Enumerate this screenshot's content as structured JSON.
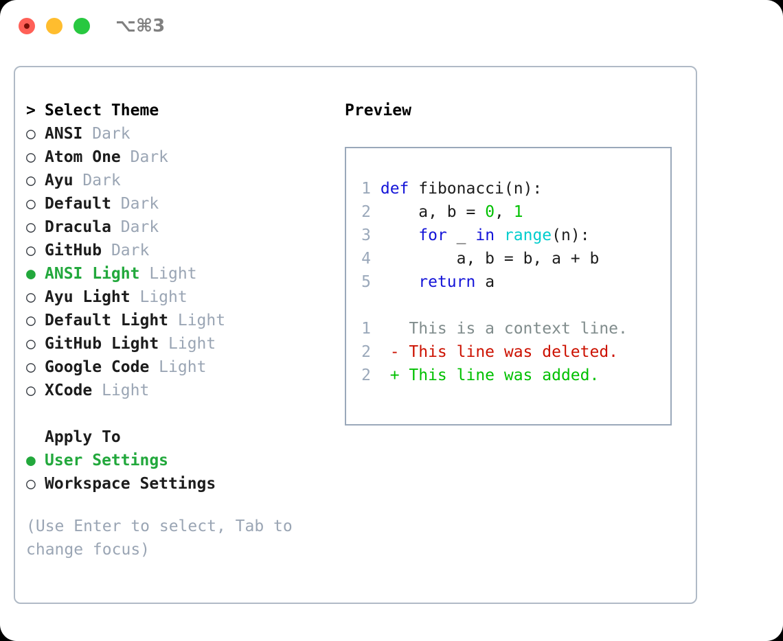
{
  "titlebar": {
    "shortcut": "⌥⌘3",
    "buttons": [
      {
        "name": "close",
        "color": "#ff6057"
      },
      {
        "name": "minimize",
        "color": "#ffbd2e"
      },
      {
        "name": "zoom",
        "color": "#28c840"
      }
    ]
  },
  "theme_selector": {
    "heading": "Select Theme",
    "heading_marker": ">",
    "selected_bullet": "●",
    "unselected_bullet": "○",
    "selected_color": "#22a83c",
    "muted_color": "#9aa5b4",
    "items": [
      {
        "name": "ANSI",
        "suffix": "Dark",
        "selected": false
      },
      {
        "name": "Atom One",
        "suffix": "Dark",
        "selected": false
      },
      {
        "name": "Ayu",
        "suffix": "Dark",
        "selected": false
      },
      {
        "name": "Default",
        "suffix": "Dark",
        "selected": false
      },
      {
        "name": "Dracula",
        "suffix": "Dark",
        "selected": false
      },
      {
        "name": "GitHub",
        "suffix": "Dark",
        "selected": false
      },
      {
        "name": "ANSI Light",
        "suffix": "Light",
        "selected": true
      },
      {
        "name": "Ayu Light",
        "suffix": "Light",
        "selected": false
      },
      {
        "name": "Default Light",
        "suffix": "Light",
        "selected": false
      },
      {
        "name": "GitHub Light",
        "suffix": "Light",
        "selected": false
      },
      {
        "name": "Google Code",
        "suffix": "Light",
        "selected": false
      },
      {
        "name": "XCode",
        "suffix": "Light",
        "selected": false
      }
    ]
  },
  "apply_to": {
    "heading": "Apply To",
    "options": [
      {
        "label": "User Settings",
        "selected": true
      },
      {
        "label": "Workspace Settings",
        "selected": false
      }
    ]
  },
  "hint": "(Use Enter to select, Tab to change focus)",
  "preview": {
    "title": "Preview",
    "code": {
      "lines": [
        {
          "num": "1",
          "tokens": [
            {
              "t": "def ",
              "c": "kw"
            },
            {
              "t": "fibonacci(n):",
              "c": "plain"
            }
          ]
        },
        {
          "num": "2",
          "tokens": [
            {
              "t": "    a, b = ",
              "c": "plain"
            },
            {
              "t": "0",
              "c": "num"
            },
            {
              "t": ", ",
              "c": "plain"
            },
            {
              "t": "1",
              "c": "num"
            }
          ]
        },
        {
          "num": "3",
          "tokens": [
            {
              "t": "    ",
              "c": "plain"
            },
            {
              "t": "for",
              "c": "kw"
            },
            {
              "t": " _ ",
              "c": "plain"
            },
            {
              "t": "in",
              "c": "kw"
            },
            {
              "t": " ",
              "c": "plain"
            },
            {
              "t": "range",
              "c": "fn"
            },
            {
              "t": "(n):",
              "c": "plain"
            }
          ]
        },
        {
          "num": "4",
          "tokens": [
            {
              "t": "        a, b = b, a + b",
              "c": "plain"
            }
          ]
        },
        {
          "num": "5",
          "tokens": [
            {
              "t": "    ",
              "c": "plain"
            },
            {
              "t": "return",
              "c": "kw"
            },
            {
              "t": " a",
              "c": "plain"
            }
          ]
        }
      ]
    },
    "diff": {
      "lines": [
        {
          "num": "1",
          "marker": " ",
          "text": "This is a context line.",
          "kind": "diff-context"
        },
        {
          "num": "2",
          "marker": "-",
          "text": "This line was deleted.",
          "kind": "diff-del"
        },
        {
          "num": "2",
          "marker": "+",
          "text": "This line was added.",
          "kind": "diff-add"
        }
      ]
    }
  },
  "colors": {
    "keyword": "#1414d8",
    "function": "#00cdcd",
    "number": "#00c000",
    "diff_added": "#00c000",
    "diff_deleted": "#cc1100",
    "diff_context": "#808c8c",
    "panel_border": "#b0bac6",
    "preview_border": "#9aa8ba",
    "line_number": "#9aa8ba"
  }
}
